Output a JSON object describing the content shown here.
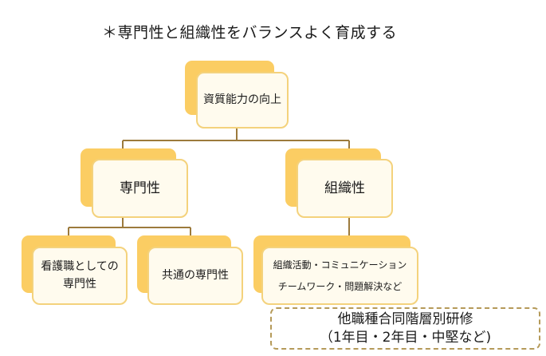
{
  "title": "＊専門性と組織性をバランスよく育成する",
  "top": {
    "label": "資質能力の向上"
  },
  "left": {
    "label": "専門性"
  },
  "right": {
    "label": "組織性"
  },
  "leaf_nursing": {
    "line1": "看護職としての",
    "line2": "専門性"
  },
  "leaf_common": {
    "label": "共通の専門性"
  },
  "leaf_org": {
    "line1": "組織活動・コミュニケーション",
    "line2": "チームワーク・問題解決など"
  },
  "note": {
    "line1": "他職種合同階層別研修",
    "line2": "（1年目・2年目・中堅など)"
  },
  "colors": {
    "shadow": "#fbcd63",
    "card_fill": "#fffbee",
    "card_border": "#f4d27c",
    "line": "#9c7a3c",
    "note_border": "#b59a59"
  }
}
